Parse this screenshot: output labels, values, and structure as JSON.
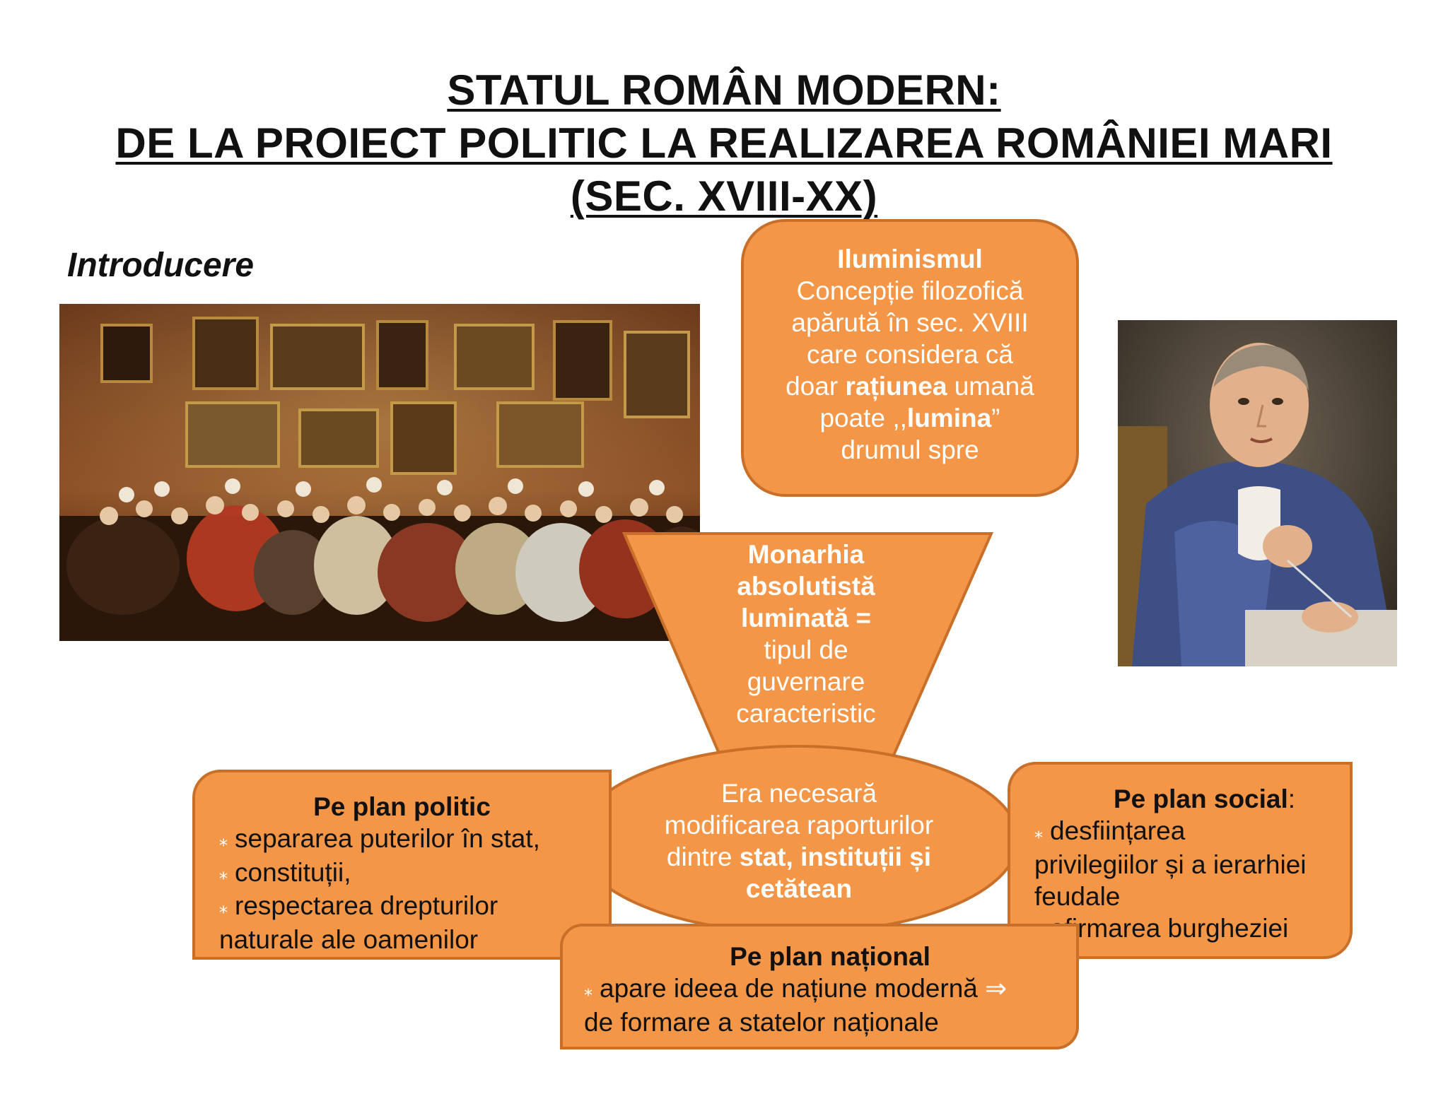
{
  "title": {
    "line1": "STATUL ROMÂN MODERN:",
    "line2": "DE LA PROIECT POLITIC LA REALIZAREA ROMÂNIEI MARI",
    "line3": "(SEC. XVIII-XX)"
  },
  "intro_label": "Introducere",
  "iluminism": {
    "heading": "Iluminismul",
    "line1": "Concepție filozofică",
    "line2": "apărută în sec. XVIII",
    "line3": "care considera că",
    "line4_pre": "doar ",
    "line4_bold": "rațiunea",
    "line4_post": " umană",
    "line5_pre": "poate ,,",
    "line5_bold": "lumina",
    "line5_post": "”",
    "line6": "drumul spre"
  },
  "monarhia": {
    "bold1": "Monarhia",
    "bold2": "absolutistă",
    "bold3": "luminată",
    "eq": " =",
    "line4": "tipul de",
    "line5": "guvernare",
    "line6": "caracteristic"
  },
  "era": {
    "line1": "Era necesară",
    "line2": "modificarea raporturilor",
    "line3_pre": "dintre ",
    "line3_bold": "stat, instituții și",
    "line4_bold": "cetătean"
  },
  "politic": {
    "heading": "Pe plan politic",
    "item1": "separarea puterilor în stat,",
    "item2": "constituții,",
    "item3": "respectarea drepturilor",
    "item3_cont": "naturale ale oamenilor"
  },
  "social": {
    "heading": "Pe plan social",
    "colon": ":",
    "item1": "desființarea",
    "item1_cont1": "privilegiilor și a ierarhiei",
    "item1_cont2": "feudale",
    "item2": "afirmarea burgheziei"
  },
  "national": {
    "heading": "Pe plan național",
    "item1": "apare ideea de națiune modernă",
    "arrow": "⇒",
    "item1_cont": "de formare a statelor naționale"
  },
  "bullet_glyph": "⁎",
  "colors": {
    "box_fill": "#f39647",
    "box_border": "#c8702a"
  }
}
